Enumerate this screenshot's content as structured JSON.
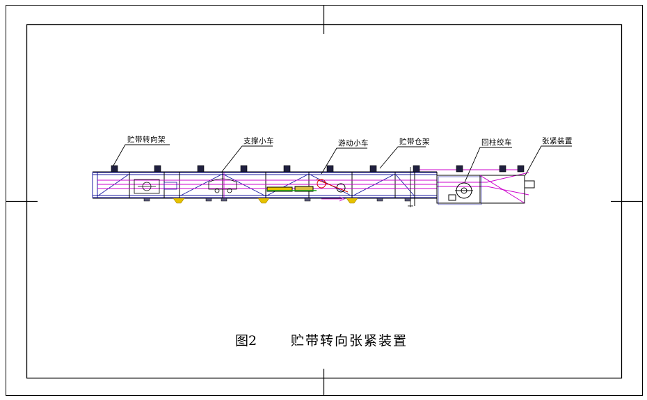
{
  "diagram": {
    "labels": {
      "storage_turning_frame": "贮带转向架",
      "support_trolley": "支撑小车",
      "moving_trolley": "游动小车",
      "storage_bin_frame": "贮带仓架",
      "return_winch": "回柱绞车",
      "tensioner": "张紧装置"
    },
    "caption": {
      "figure_number": "图2",
      "title": "贮带转向张紧装置"
    },
    "colors": {
      "line": "#000000",
      "frame": "#1a1aa0",
      "belt": "#cc00cc",
      "dim": "#d23bd2",
      "yellow": "#e6c200",
      "green": "#18a018",
      "red": "#d80000"
    }
  }
}
